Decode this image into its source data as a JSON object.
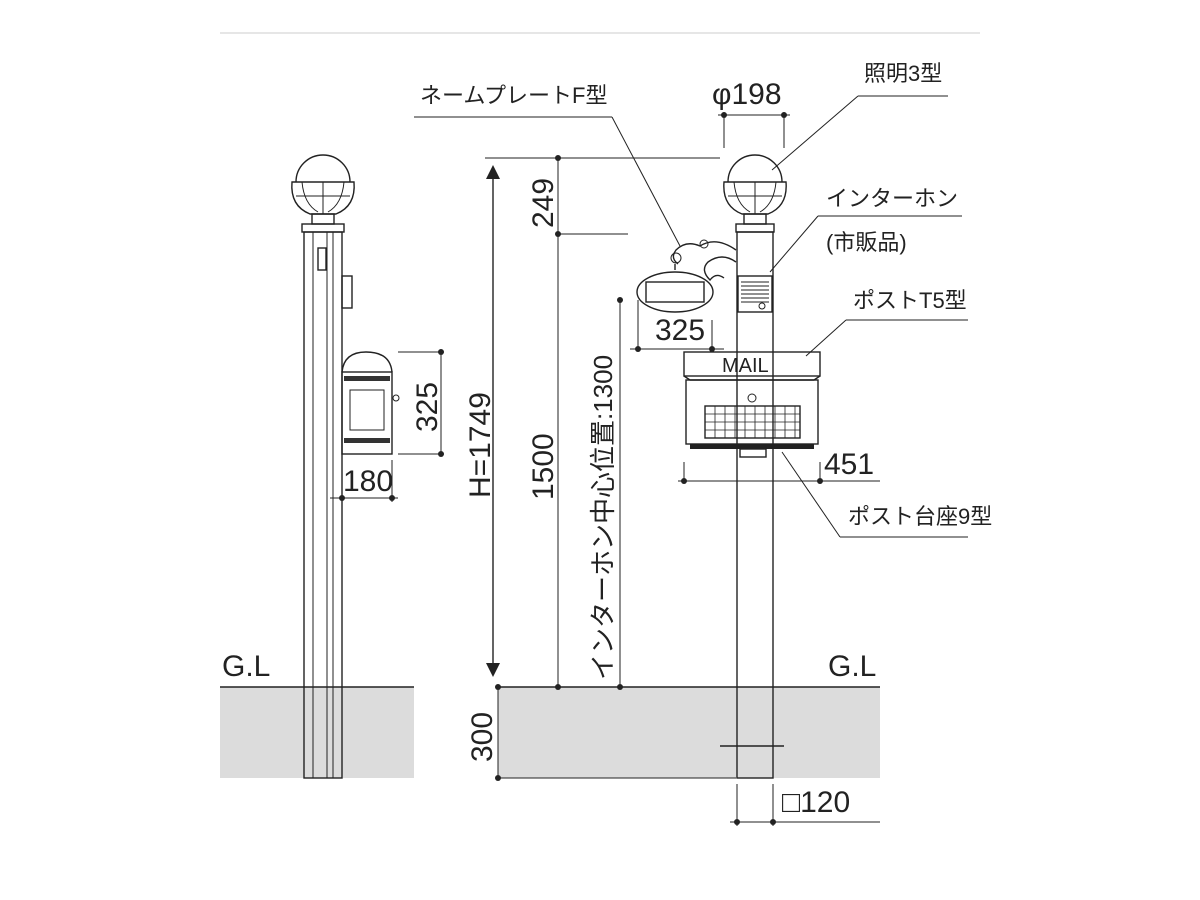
{
  "labels": {
    "name_plate": "ネームプレートF型",
    "light": "照明3型",
    "intercom_line1": "インターホン",
    "intercom_line2": "(市販品)",
    "post": "ポストT5型",
    "post_base": "ポスト台座9型",
    "mail": "MAIL",
    "gl_left": "G.L",
    "gl_right": "G.L"
  },
  "dimensions": {
    "diameter": "φ198",
    "light_height": "249",
    "total_height": "H=1749",
    "to_light_base": "1500",
    "intercom_center": "インターホン中心位置:1300",
    "plate_width": "325",
    "side_post_height": "325",
    "side_post_depth": "180",
    "post_width": "451",
    "buried_depth": "300",
    "pole_section": "□120"
  },
  "colors": {
    "ground": "#dcdcdc",
    "line": "#222222"
  }
}
